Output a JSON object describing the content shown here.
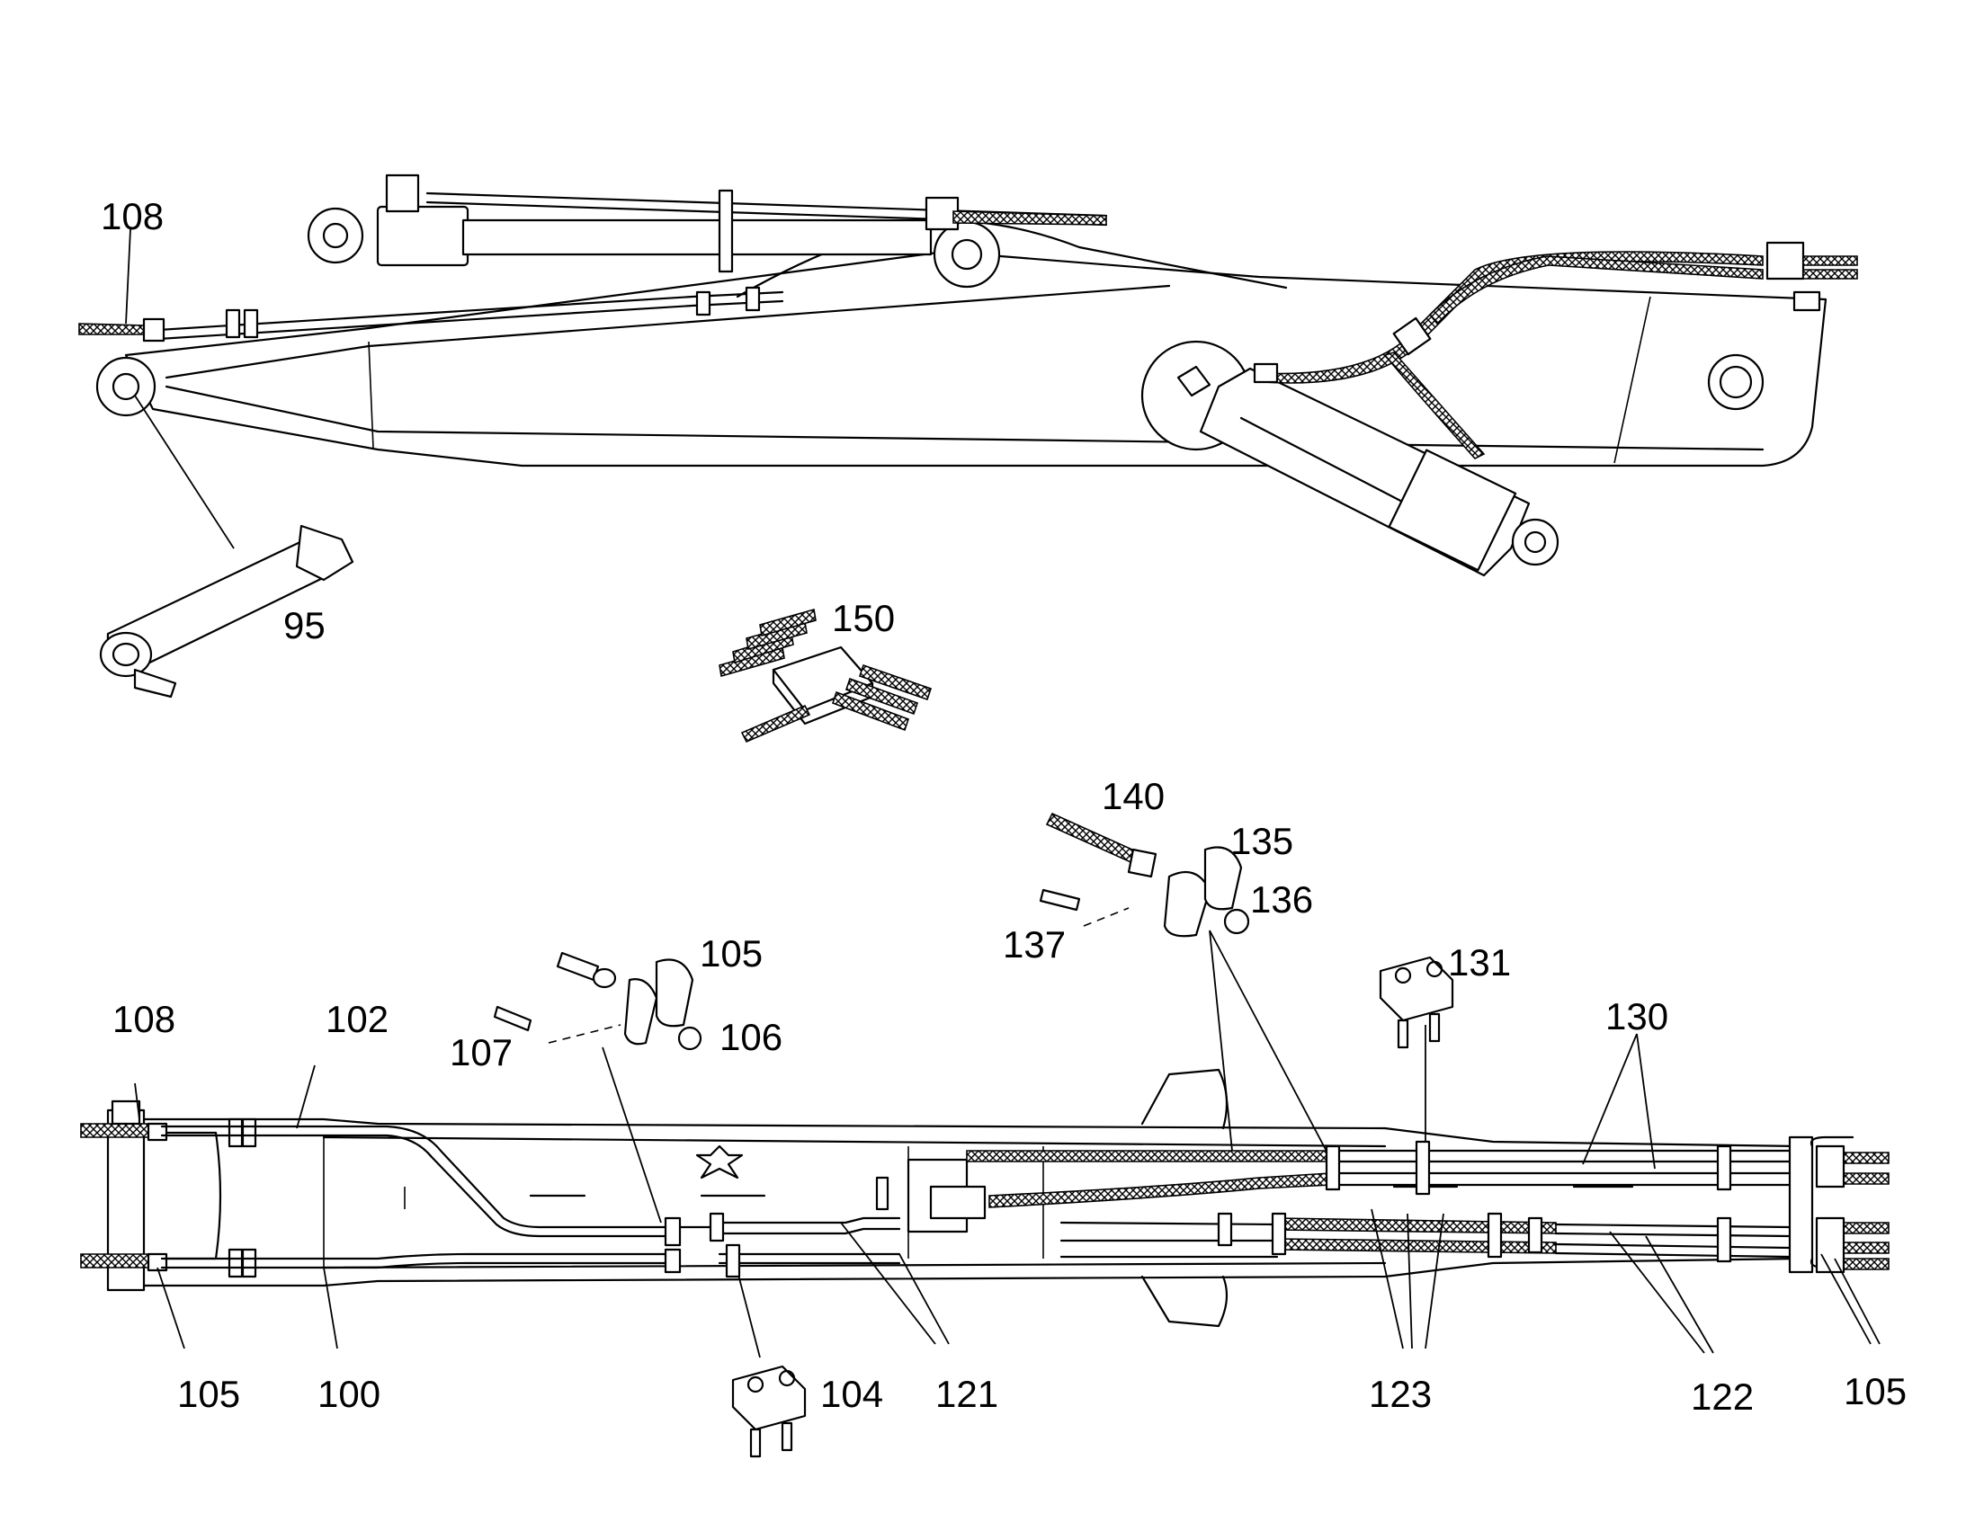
{
  "callouts": {
    "c108_top": "108",
    "c95": "95",
    "c150": "150",
    "c140": "140",
    "c135": "135",
    "c136": "136",
    "c137": "137",
    "c105_fitting": "105",
    "c106": "106",
    "c107": "107",
    "c131": "131",
    "c130": "130",
    "c108_bottom": "108",
    "c102": "102",
    "c105_left": "105",
    "c100": "100",
    "c104": "104",
    "c121": "121",
    "c123": "123",
    "c122": "122",
    "c105_right": "105"
  }
}
